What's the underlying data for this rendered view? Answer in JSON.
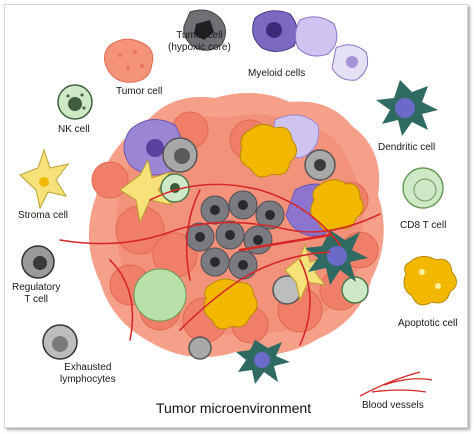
{
  "title": "Tumor microenvironment",
  "labels": {
    "tumor_cell": "Tumor cell",
    "tumor_cell_hypoxic_line1": "Tumor cell",
    "tumor_cell_hypoxic_line2": "(hypoxic core)",
    "myeloid_cells": "Myeloid cells",
    "nk_cell": "NK cell",
    "dendritic_cell": "Dendritic cell",
    "stroma_cell": "Stroma cell",
    "cd8_t_cell": "CD8 T cell",
    "regulatory_line1": "Regulatory",
    "regulatory_line2": "T cell",
    "apoptotic_cell": "Apoptotic cell",
    "exhausted_line1": "Exhausted",
    "exhausted_line2": "lymphocytes",
    "blood_vessels": "Blood vessels"
  },
  "colors": {
    "tumor": "#f4937a",
    "tumor_dark": "#e9745d",
    "hypoxic": "#6f6f74",
    "myeloid": "#9b86d6",
    "myeloid_light": "#cfc4f0",
    "nk": "#cfe8c6",
    "dendritic": "#2f6b62",
    "stroma": "#f7e27a",
    "cd8": "#cfe8c6",
    "regulatory": "#9a9a9a",
    "apoptotic": "#f2b800",
    "exhausted": "#a8a8a8",
    "vessel": "#d62828"
  }
}
